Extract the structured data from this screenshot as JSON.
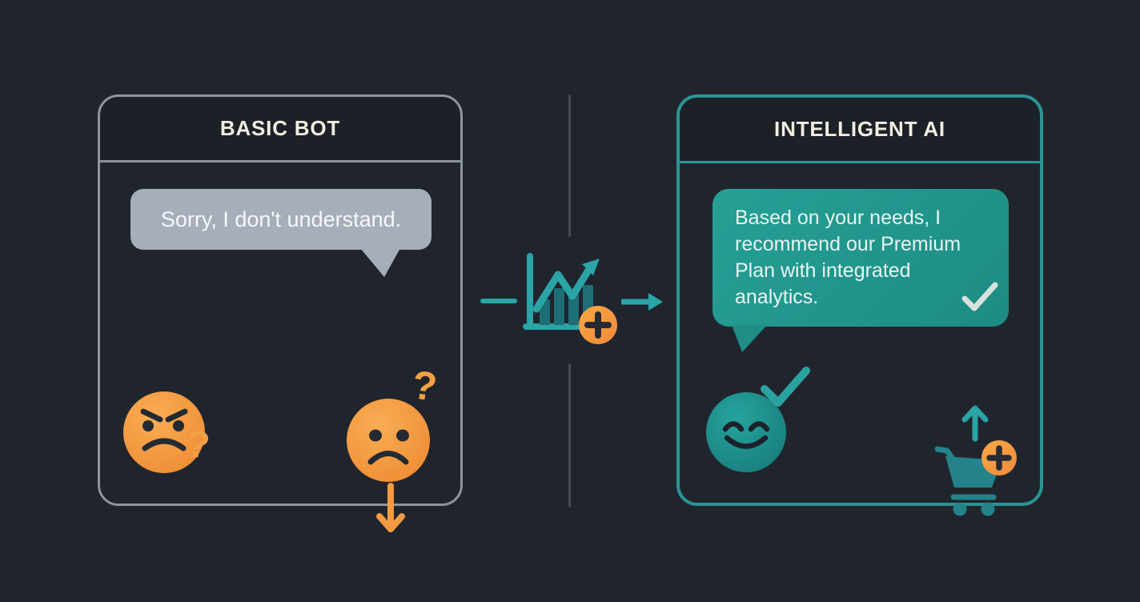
{
  "diagram": {
    "background_color": "#20252d",
    "divider_color": "#434a52",
    "accent_teal": "#2aa4a6",
    "accent_orange": "#f5a143"
  },
  "left_panel": {
    "title": "BASIC BOT",
    "title_color": "#f1eee1",
    "border_color": "#8e959f",
    "bubble": {
      "text": "Sorry, I don't understand.",
      "bg_color": "#a6aeba",
      "text_color": "#f6f7f9"
    },
    "question_mark": "?",
    "icons": [
      {
        "name": "angry-face-icon",
        "color": "#f29b42"
      },
      {
        "name": "question-mark-icon",
        "color": "#f3a145"
      },
      {
        "name": "confused-face-icon",
        "color": "#f29b42"
      },
      {
        "name": "down-arrow-icon",
        "color": "#f29b42"
      }
    ]
  },
  "center": {
    "icons": [
      {
        "name": "dash-icon",
        "color": "#2aa4a6"
      },
      {
        "name": "growth-chart-icon",
        "color": "#2aa4a6"
      },
      {
        "name": "plus-badge-icon",
        "color": "#f5a143"
      },
      {
        "name": "right-arrow-icon",
        "color": "#2aa4a6"
      }
    ]
  },
  "right_panel": {
    "title": "INTELLIGENT AI",
    "title_color": "#f1eee1",
    "border_color": "#2a9494",
    "bubble": {
      "text": "Based on your needs, I recommend our Premium Plan with integrated analytics.",
      "bg_color": "#21988e",
      "text_color": "#e9f4f1"
    },
    "icons": [
      {
        "name": "happy-face-icon",
        "color": "#1f918e"
      },
      {
        "name": "checkmark-icon",
        "color": "#2aa3a0"
      },
      {
        "name": "bubble-checkmark-icon",
        "color": "#d7e2dc"
      },
      {
        "name": "up-arrow-icon",
        "color": "#2aa4a6"
      },
      {
        "name": "cart-icon",
        "color": "#24838a"
      },
      {
        "name": "plus-badge-icon",
        "color": "#f5a143"
      }
    ]
  }
}
